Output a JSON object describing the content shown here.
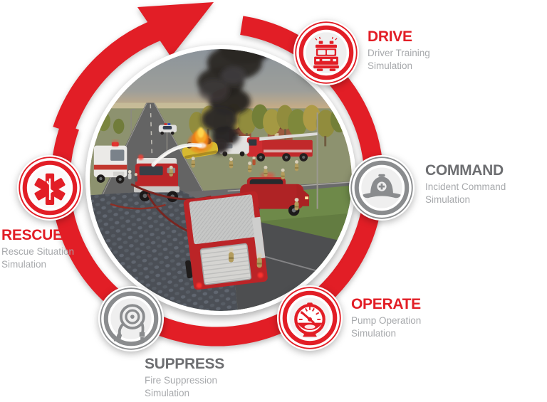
{
  "diagram": {
    "background": "#ffffff",
    "accent_red": "#E21E26",
    "accent_gray": "#8A8C8E",
    "title_gray": "#6D6E71",
    "subtitle_gray": "#A7A9AC",
    "cycle_arrow": {
      "direction": "clockwise",
      "color": "#E21E26"
    },
    "center_scene": {
      "alt": "3D fire training simulation scene: overturned burning car with black smoke plume at an intersection, fire engines, ambulance, command SUV and firefighters spraying water"
    },
    "steps": [
      {
        "id": "drive",
        "label": "DRIVE",
        "sublines": [
          "Driver Training",
          "Simulation"
        ],
        "color": "#E21E26",
        "icon": "fire-truck-icon"
      },
      {
        "id": "command",
        "label": "COMMAND",
        "sublines": [
          "Incident Command",
          "Simulation"
        ],
        "color": "#8A8C8E",
        "icon": "fire-helmet-icon"
      },
      {
        "id": "operate",
        "label": "OPERATE",
        "sublines": [
          "Pump Operation",
          "Simulation"
        ],
        "color": "#E21E26",
        "icon": "pressure-gauge-icon"
      },
      {
        "id": "suppress",
        "label": "SUPPRESS",
        "sublines": [
          "Fire Suppression",
          "Simulation"
        ],
        "color": "#8A8C8E",
        "icon": "fire-hose-icon"
      },
      {
        "id": "rescue",
        "label": "RESCUE",
        "sublines": [
          "Rescue Situation",
          "Simulation"
        ],
        "color": "#E21E26",
        "icon": "star-of-life-icon"
      }
    ]
  }
}
